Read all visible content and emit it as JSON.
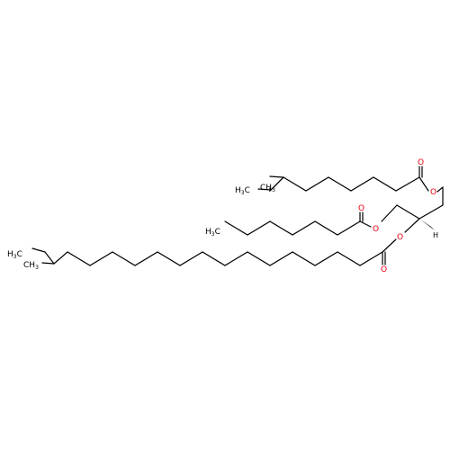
{
  "molecule": {
    "atoms": {
      "o_ester_top": "O",
      "o_carbonyl_top": "O",
      "o_ester_mid": "O",
      "o_carbonyl_mid": "O",
      "o_ester_bottom": "O",
      "o_carbonyl_bottom": "O",
      "h_stereo": "H",
      "methyl_top_a": "H3C",
      "methyl_top_b": "CH3",
      "methyl_mid": "H3C",
      "methyl_bottom_a": "H3C",
      "methyl_bottom_b": "CH3"
    },
    "colors": {
      "bond": "#000000",
      "oxygen": "#e8000b",
      "background": "#ffffff"
    }
  }
}
